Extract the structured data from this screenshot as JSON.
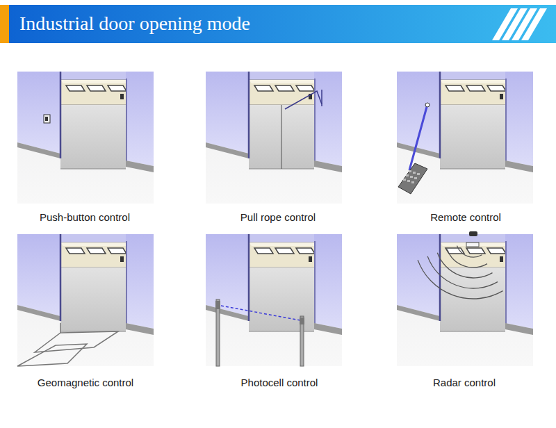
{
  "diagram": {
    "title": "Industrial door opening mode",
    "labels": [
      "Push-button control",
      "Pull rope control",
      "Remote control",
      "Geomagnetic control",
      "Photocell control",
      "Radar control"
    ]
  }
}
